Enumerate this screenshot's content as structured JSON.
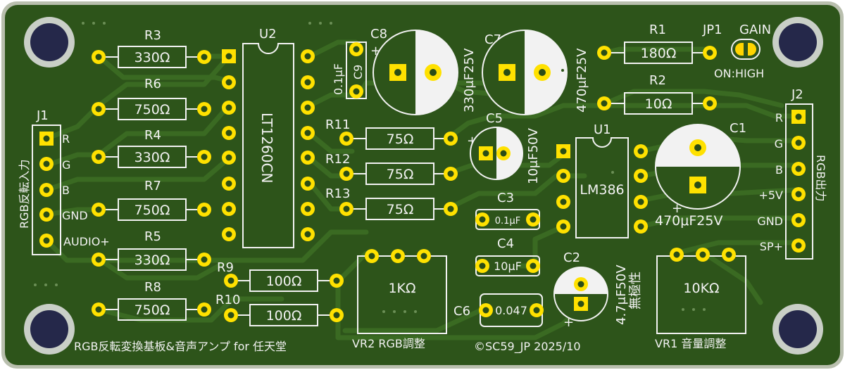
{
  "colors": {
    "board": "#2d541a",
    "board_edge": "#b9bfae",
    "copper_trace": "#3a6a22",
    "pad": "#ffe100",
    "drill": "#2a4d17",
    "silk": "#f2f2f2",
    "mount_hole_ring": "#c9cfc7",
    "mount_hole": "#25284a",
    "jumper_pad": "#ffd400"
  },
  "resistors": {
    "R3": {
      "ref": "R3",
      "value": "330Ω"
    },
    "R6": {
      "ref": "R6",
      "value": "750Ω"
    },
    "R4": {
      "ref": "R4",
      "value": "330Ω"
    },
    "R7": {
      "ref": "R7",
      "value": "750Ω"
    },
    "R5": {
      "ref": "R5",
      "value": "330Ω"
    },
    "R8": {
      "ref": "R8",
      "value": "750Ω"
    },
    "R9": {
      "ref": "R9",
      "value": "100Ω"
    },
    "R10": {
      "ref": "R10",
      "value": "100Ω"
    },
    "R11": {
      "ref": "R11",
      "value": "75Ω"
    },
    "R12": {
      "ref": "R12",
      "value": "75Ω"
    },
    "R13": {
      "ref": "R13",
      "value": "75Ω"
    },
    "R1": {
      "ref": "R1",
      "value": "180Ω"
    },
    "R2": {
      "ref": "R2",
      "value": "10Ω"
    }
  },
  "ics": {
    "U2": {
      "ref": "U2",
      "part": "LT1260CN"
    },
    "U1": {
      "ref": "U1",
      "part": "LM386"
    }
  },
  "capacitors": {
    "C8": {
      "ref": "C8",
      "value": "330μF25V"
    },
    "C7": {
      "ref": "C7",
      "value": "470μF25V"
    },
    "C9": {
      "ref": "C9",
      "value": "0.1μF"
    },
    "C5": {
      "ref": "C5",
      "value": "10μF50V"
    },
    "C1": {
      "ref": "C1",
      "value": "470μF25V"
    },
    "C3": {
      "ref": "C3",
      "value": "0.1μF"
    },
    "C4": {
      "ref": "C4",
      "value": "10μF"
    },
    "C6": {
      "ref": "C6",
      "value": "0.047"
    },
    "C2": {
      "ref": "C2",
      "value": "4.7μF50V",
      "note": "無極性"
    }
  },
  "polarity": {
    "plus": "+"
  },
  "jumper": {
    "ref": "JP1",
    "label": "GAIN",
    "note": "ON:HIGH"
  },
  "connectors": {
    "J1": {
      "ref": "J1",
      "title": "RGB反転入力",
      "pins": [
        "R",
        "G",
        "B",
        "GND",
        "AUDIO+"
      ]
    },
    "J2": {
      "ref": "J2",
      "title": "RGB出力",
      "pins": [
        "R",
        "G",
        "B",
        "+5V",
        "GND",
        "SP+"
      ]
    }
  },
  "pots": {
    "VR2": {
      "value": "1KΩ",
      "label": "VR2 RGB調整"
    },
    "VR1": {
      "value": "10KΩ",
      "label": "VR1 音量調整"
    }
  },
  "footer": {
    "board_title": "RGB反転変換基板&音声アンプ for 任天堂",
    "copyright": "©SC59_JP 2025/10"
  }
}
